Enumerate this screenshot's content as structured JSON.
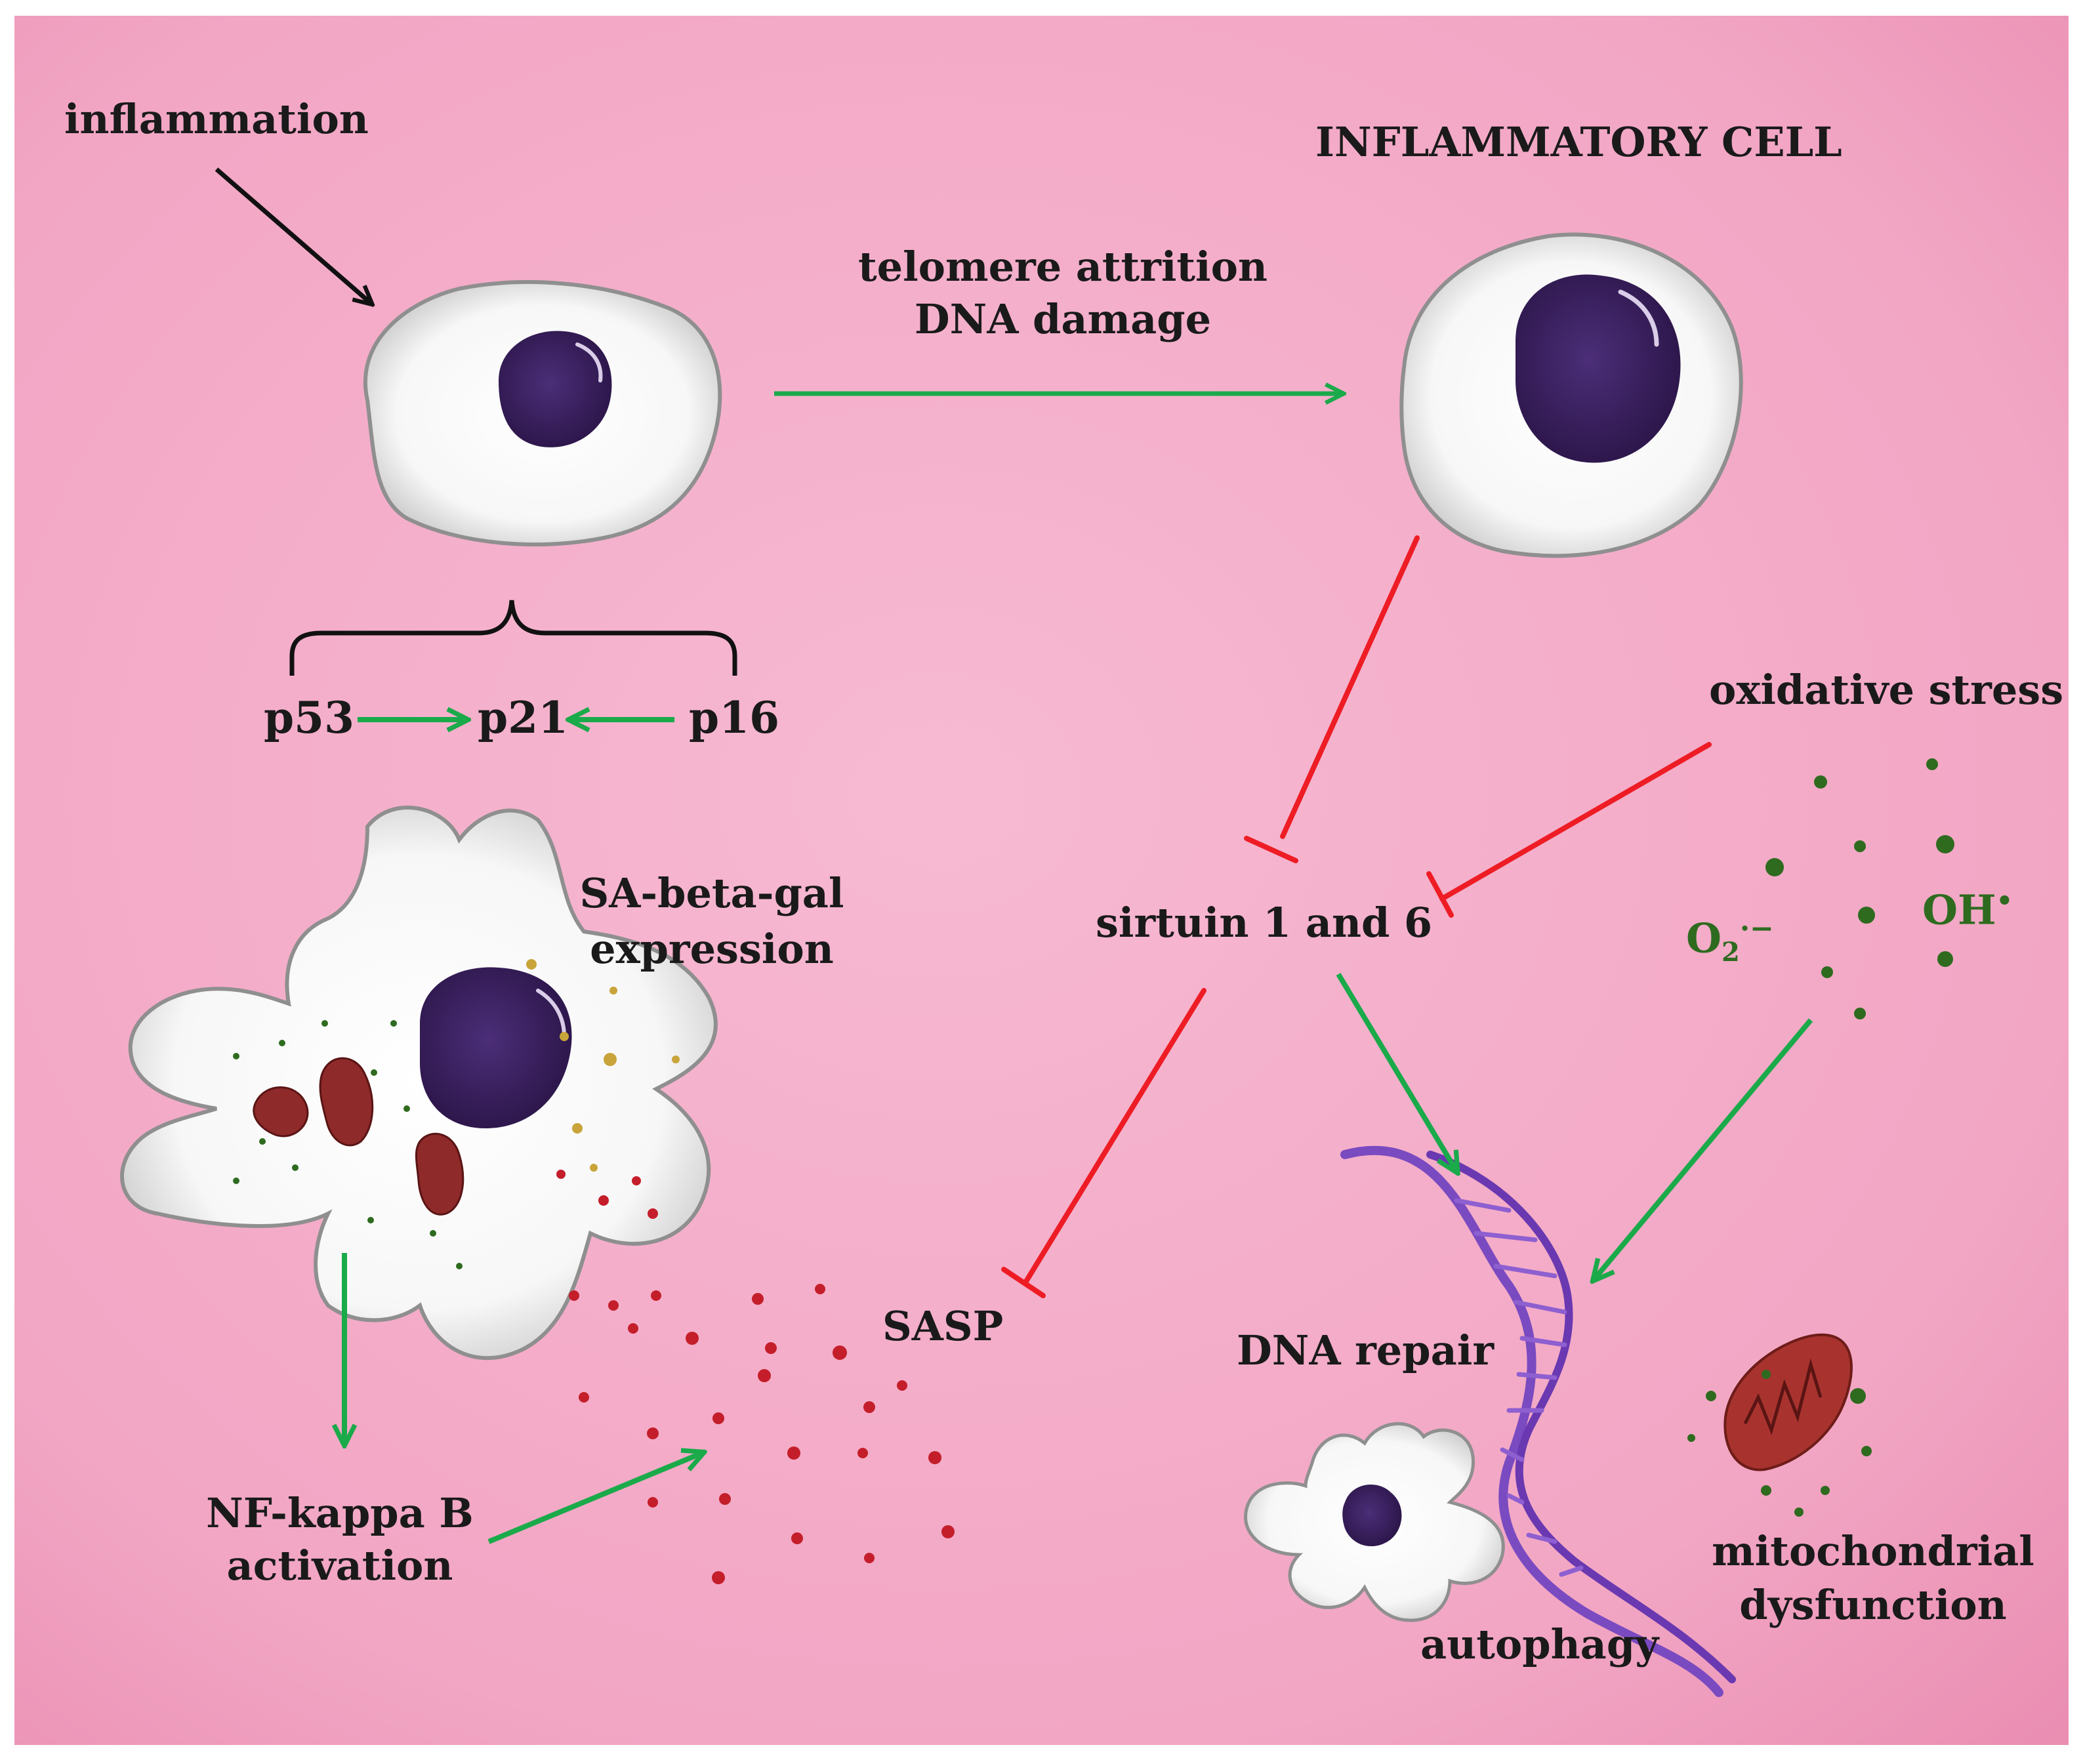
{
  "labels": {
    "inflammation": "inflammation",
    "inflammatory_cell": "INFLAMMATORY CELL",
    "telomere_line1": "telomere attrition",
    "telomere_line2": "DNA damage",
    "p53": "p53",
    "p21": "p21",
    "p16": "p16",
    "sa_beta_gal_line1": "SA-beta-gal",
    "sa_beta_gal_line2": "expression",
    "sirtuin": "sirtuin 1 and 6",
    "oxidative_stress": "oxidative stress",
    "o2": "O",
    "o2_sub": "2",
    "o2_sup": "·−",
    "oh": "OH",
    "oh_sup": "•",
    "sasp": "SASP",
    "nfkb_line1": "NF-kappa B",
    "nfkb_line2": "activation",
    "dna_repair": "DNA repair",
    "autophagy": "autophagy",
    "mito_line1": "mitochondrial",
    "mito_line2": "dysfunction"
  },
  "colors": {
    "background": "#f2a9c6",
    "activation_arrow": "#1aaa4a",
    "inhibition_arrow": "#ee1c24",
    "nucleus": "#3b2260",
    "ros_dots": "#2e6b1f",
    "sasp_dots": "#c41e2a",
    "dna": "#7a4ac0",
    "mitochondria": "#8e2a2a"
  }
}
